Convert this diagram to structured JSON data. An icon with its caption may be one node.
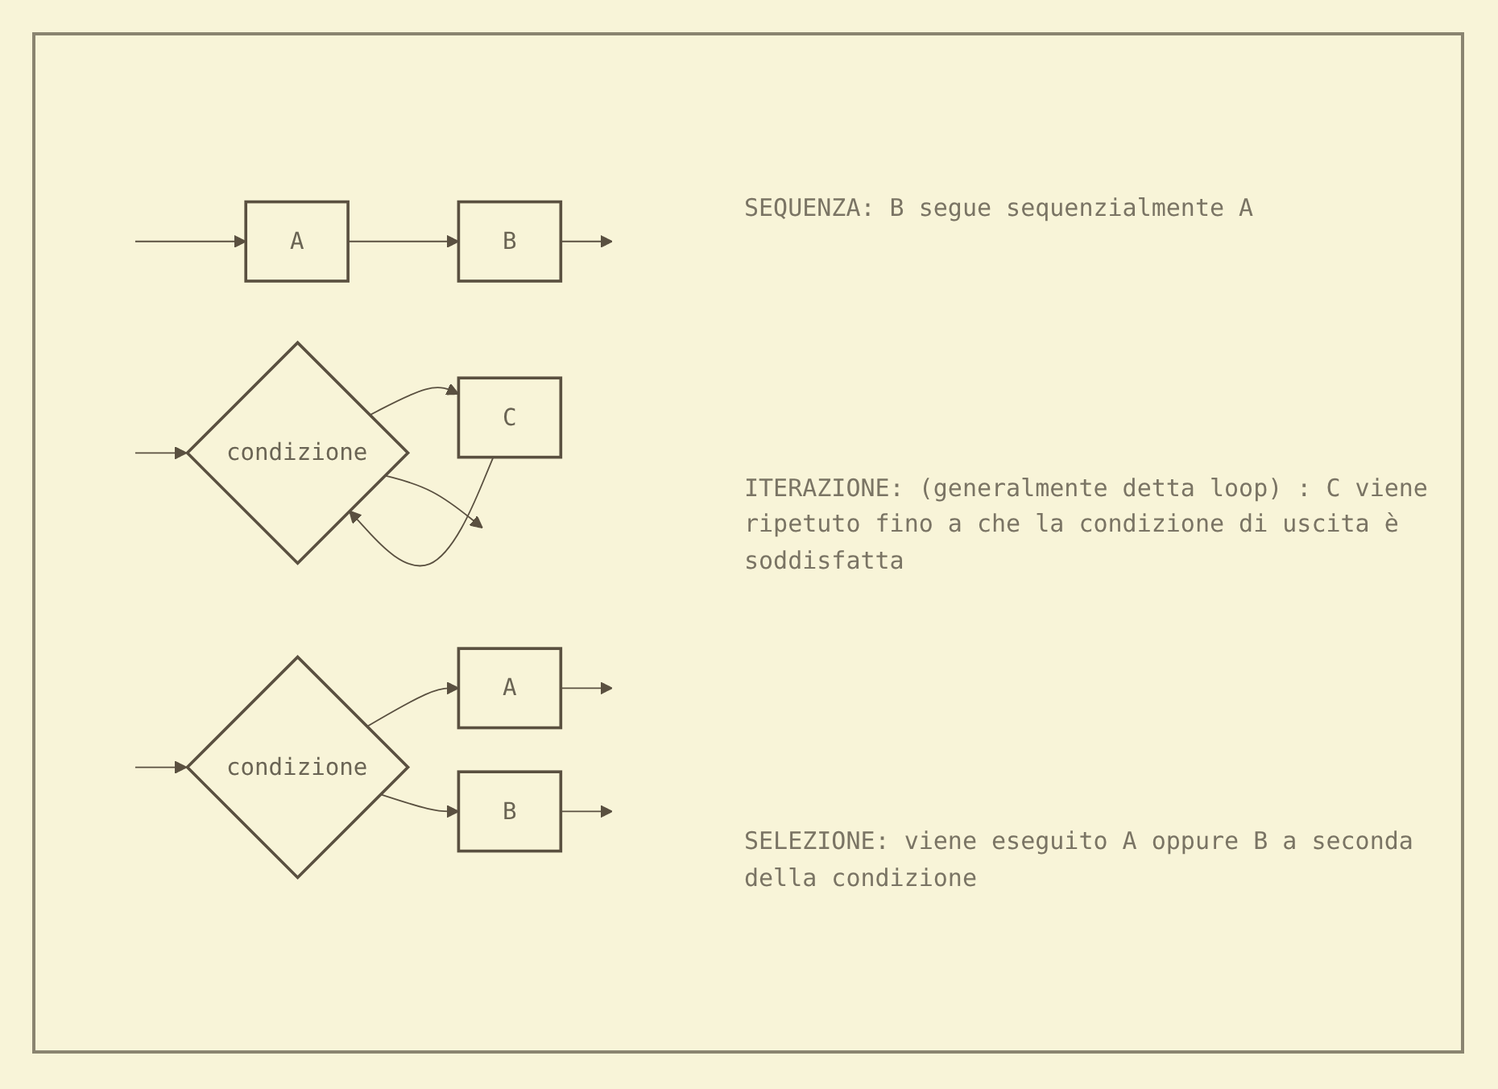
{
  "diagram": {
    "nodes": [
      {
        "text": [
          "A"
        ]
      },
      {
        "text": [
          "B"
        ]
      },
      {
        "text": [
          "condizione"
        ]
      },
      {
        "text": [
          "C"
        ]
      },
      {
        "text": [
          "condizione"
        ]
      },
      {
        "text": [
          "A"
        ]
      },
      {
        "text": [
          "B"
        ]
      }
    ],
    "edges": [
      {
        "from": null,
        "to": 0,
        "arrow": "to"
      },
      {
        "from": 0,
        "to": 1,
        "arrow": "to"
      },
      {
        "from": 1,
        "to": null,
        "arrow": "to"
      },
      {
        "from": null,
        "to": 2,
        "arrow": "to"
      },
      {
        "from": 2,
        "to": 3,
        "arrow": "to"
      },
      {
        "from": 3,
        "to": 2,
        "arrow": "to"
      },
      {
        "from": 2,
        "to": null,
        "arrow": "to"
      },
      {
        "from": null,
        "to": 4,
        "arrow": "to"
      },
      {
        "from": 4,
        "to": 5,
        "arrow": "to"
      },
      {
        "from": 4,
        "to": 6,
        "arrow": "to"
      },
      {
        "from": 5,
        "to": null,
        "arrow": "to"
      },
      {
        "from": 6,
        "to": null,
        "arrow": "to"
      }
    ],
    "labels": [
      "SEQUENZA: B segue sequenzialmente A",
      "ITERAZIONE: (generalmente detta loop) : C viene ripetuto fino a che la condizione di uscita è soddisfatta",
      "SELEZIONE: viene eseguito A oppure B a seconda della condizione"
    ]
  }
}
